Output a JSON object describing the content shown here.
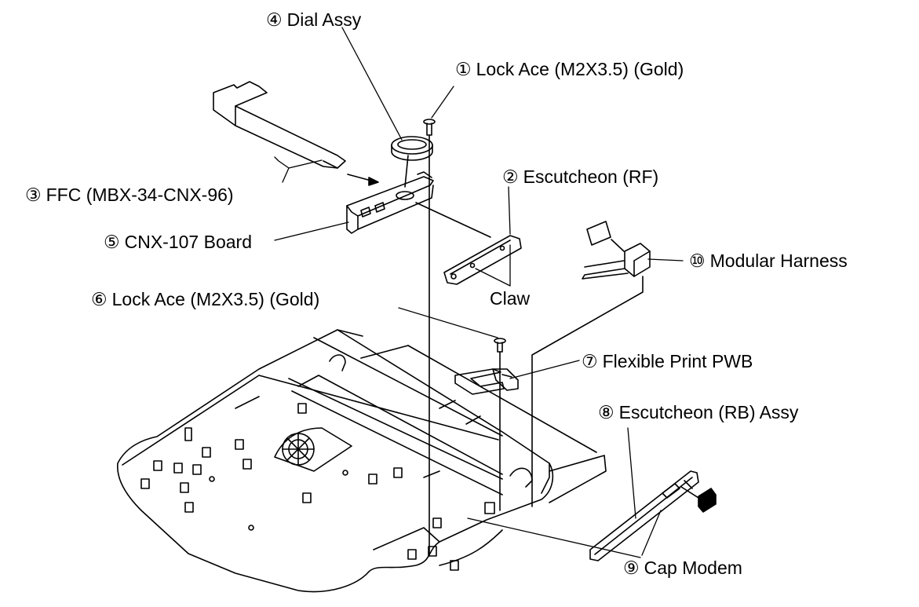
{
  "labels": {
    "lock_ace_1": {
      "num": "①",
      "text": "Lock Ace (M2X3.5) (Gold)"
    },
    "escutcheon_rf": {
      "num": "②",
      "text": "Escutcheon (RF)"
    },
    "ffc": {
      "num": "③",
      "text": "FFC (MBX-34-CNX-96)"
    },
    "dial_assy": {
      "num": "④",
      "text": "Dial Assy"
    },
    "cnx_board": {
      "num": "⑤",
      "text": "CNX-107 Board"
    },
    "lock_ace_6": {
      "num": "⑥",
      "text": "Lock Ace (M2X3.5) (Gold)"
    },
    "flexible_print": {
      "num": "⑦",
      "text": "Flexible Print PWB"
    },
    "escutcheon_rb": {
      "num": "⑧",
      "text": "Escutcheon (RB) Assy"
    },
    "cap_modem": {
      "num": "⑨",
      "text": "Cap Modem"
    },
    "modular_harness": {
      "num": "⑩",
      "text": "Modular Harness"
    },
    "claw": "Claw"
  }
}
